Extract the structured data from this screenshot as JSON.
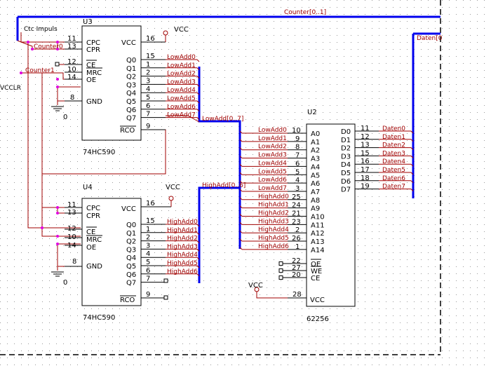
{
  "schematic": {
    "bus_counter": "Counter[0..1]",
    "bus_daten": "Daten[0",
    "bus_lowadd": "LowAdd[0..7]",
    "bus_highadd": "HighAdd[0..6]",
    "net_ctc": "Ctc Impuls",
    "net_counter0": "Counter0",
    "net_counter1": "Counter1",
    "net_vcclr": "VCCLR",
    "power_vcc": "VCC",
    "ground_label": "0",
    "u3": {
      "ref": "U3",
      "part": "74HC590",
      "vcc_pin": "16",
      "gnd_pin": "8",
      "left_pins": [
        {
          "num": "11",
          "name": "CPC"
        },
        {
          "num": "13",
          "name": "CPR"
        },
        {
          "num": "12",
          "name": "CE"
        },
        {
          "num": "10",
          "name": "MRC"
        },
        {
          "num": "14",
          "name": "OE"
        }
      ],
      "right_outputs": [
        {
          "num": "15",
          "name": "Q0",
          "net": "LowAdd0"
        },
        {
          "num": "1",
          "name": "Q1",
          "net": "LowAdd1"
        },
        {
          "num": "2",
          "name": "Q2",
          "net": "LowAdd2"
        },
        {
          "num": "3",
          "name": "Q3",
          "net": "LowAdd3"
        },
        {
          "num": "4",
          "name": "Q4",
          "net": "LowAdd4"
        },
        {
          "num": "5",
          "name": "Q5",
          "net": "LowAdd5"
        },
        {
          "num": "6",
          "name": "Q6",
          "net": "LowAdd6"
        },
        {
          "num": "7",
          "name": "Q7",
          "net": "LowAdd7"
        }
      ],
      "rco": {
        "num": "9",
        "name": "RCO"
      }
    },
    "u4": {
      "ref": "U4",
      "part": "74HC590",
      "vcc_pin": "16",
      "gnd_pin": "8",
      "left_pins": [
        {
          "num": "11",
          "name": "CPC"
        },
        {
          "num": "13",
          "name": "CPR"
        },
        {
          "num": "12",
          "name": "CE"
        },
        {
          "num": "10",
          "name": "MRC"
        },
        {
          "num": "14",
          "name": "OE"
        }
      ],
      "right_outputs": [
        {
          "num": "15",
          "name": "Q0",
          "net": "HighAdd0"
        },
        {
          "num": "1",
          "name": "Q1",
          "net": "HighAdd1"
        },
        {
          "num": "2",
          "name": "Q2",
          "net": "HighAdd2"
        },
        {
          "num": "3",
          "name": "Q3",
          "net": "HighAdd3"
        },
        {
          "num": "4",
          "name": "Q4",
          "net": "HighAdd4"
        },
        {
          "num": "5",
          "name": "Q5",
          "net": "HighAdd5"
        },
        {
          "num": "6",
          "name": "Q6",
          "net": "HighAdd6"
        },
        {
          "num": "7",
          "name": "Q7",
          "net": ""
        }
      ],
      "rco": {
        "num": "9",
        "name": "RCO"
      }
    },
    "u2": {
      "ref": "U2",
      "part": "62256",
      "vcc_pin": "28",
      "addr": [
        {
          "num": "10",
          "name": "A0",
          "net": "LowAdd0"
        },
        {
          "num": "9",
          "name": "A1",
          "net": "LowAdd1"
        },
        {
          "num": "8",
          "name": "A2",
          "net": "LowAdd2"
        },
        {
          "num": "7",
          "name": "A3",
          "net": "LowAdd3"
        },
        {
          "num": "6",
          "name": "A4",
          "net": "LowAdd4"
        },
        {
          "num": "5",
          "name": "A5",
          "net": "LowAdd5"
        },
        {
          "num": "4",
          "name": "A6",
          "net": "LowAdd6"
        },
        {
          "num": "3",
          "name": "A7",
          "net": "LowAdd7"
        },
        {
          "num": "25",
          "name": "A8",
          "net": "HighAdd0"
        },
        {
          "num": "24",
          "name": "A9",
          "net": "HighAdd1"
        },
        {
          "num": "21",
          "name": "A10",
          "net": "HighAdd2"
        },
        {
          "num": "23",
          "name": "A11",
          "net": "HighAdd3"
        },
        {
          "num": "2",
          "name": "A12",
          "net": "HighAdd4"
        },
        {
          "num": "26",
          "name": "A13",
          "net": "HighAdd5"
        },
        {
          "num": "1",
          "name": "A14",
          "net": "HighAdd6"
        }
      ],
      "ctrl": [
        {
          "num": "22",
          "name": "OE"
        },
        {
          "num": "27",
          "name": "WE"
        },
        {
          "num": "20",
          "name": "CE"
        }
      ],
      "vcc_name": "VCC",
      "data": [
        {
          "num": "11",
          "name": "D0",
          "net": "Daten0"
        },
        {
          "num": "12",
          "name": "D1",
          "net": "Daten1"
        },
        {
          "num": "13",
          "name": "D2",
          "net": "Daten2"
        },
        {
          "num": "15",
          "name": "D3",
          "net": "Daten3"
        },
        {
          "num": "16",
          "name": "D4",
          "net": "Daten4"
        },
        {
          "num": "17",
          "name": "D5",
          "net": "Daten5"
        },
        {
          "num": "18",
          "name": "D6",
          "net": "Daten6"
        },
        {
          "num": "19",
          "name": "D7",
          "net": "Daten7"
        }
      ]
    }
  }
}
